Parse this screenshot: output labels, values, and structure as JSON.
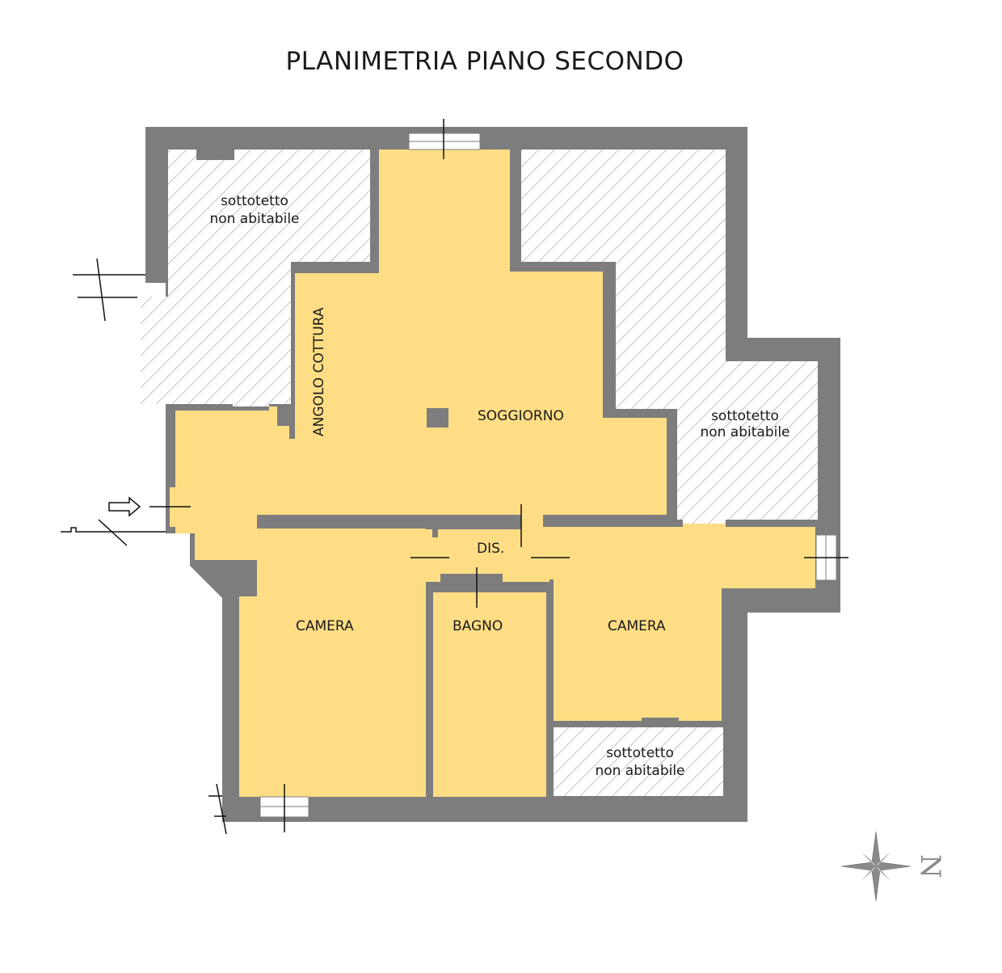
{
  "title": "PLANIMETRIA PIANO SECONDO",
  "rooms": {
    "soggiorno": "SOGGIORNO",
    "angolo_cottura": "ANGOLO COTTURA",
    "disimpegno": "DIS.",
    "camera_left": "CAMERA",
    "bagno": "BAGNO",
    "camera_right": "CAMERA"
  },
  "attics": {
    "top_left": {
      "line1": "sottotetto",
      "line2": "non abitabile"
    },
    "right": {
      "line1": "sottotetto",
      "line2": "non abitabile"
    },
    "bottom_right": {
      "line1": "sottotetto",
      "line2": "non abitabile"
    }
  },
  "compass": {
    "north_letter": "N"
  },
  "colors": {
    "wall": "#7d7d7d",
    "floor": "#fedd84",
    "attic_hatch": "#9a9a9a",
    "window": "#ffffff",
    "line": "#111111"
  }
}
